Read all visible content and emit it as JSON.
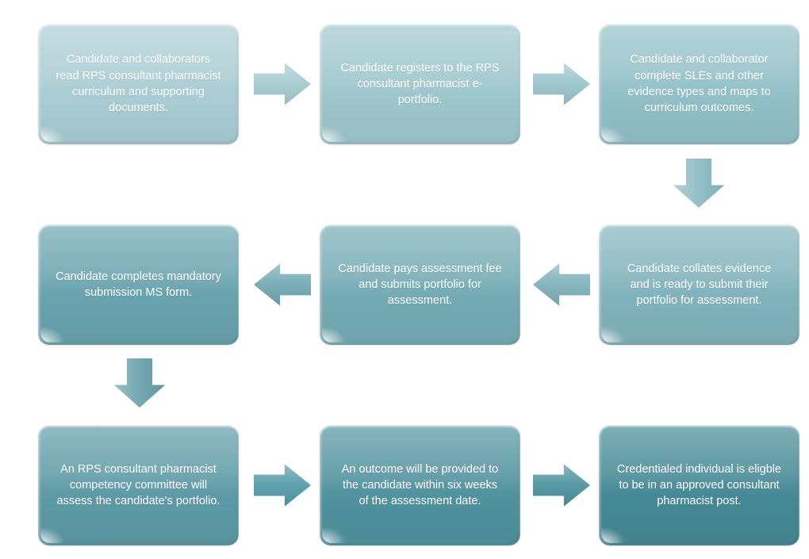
{
  "diagram": {
    "type": "process-flowchart",
    "background_color": "#ffffff",
    "text_color": "#ffffff",
    "boxes": [
      {
        "step": 1,
        "text": "Candidate and collaborators read RPS consultant pharmacist curriculum and supporting documents.",
        "color": "#a9cdd3"
      },
      {
        "step": 2,
        "text": "Candidate registers to the RPS consultant pharmacist e-portfolio.",
        "color": "#9ec7cd"
      },
      {
        "step": 3,
        "text": "Candidate and collaborator complete SLEs and other evidence types and maps to curriculum outcomes.",
        "color": "#92c0c7"
      },
      {
        "step": 4,
        "text": "Candidate collates evidence and is ready to submit their portfolio for assessment.",
        "color": "#81b3bc"
      },
      {
        "step": 5,
        "text": "Candidate pays assessment fee and submits portfolio for assessment.",
        "color": "#75abb5"
      },
      {
        "step": 6,
        "text": "Candidate completes mandatory submission MS form.",
        "color": "#69a3ae"
      },
      {
        "step": 7,
        "text": "An RPS consultant pharmacist competency committee will assess the candidate's portfolio.",
        "color": "#5d9aa6"
      },
      {
        "step": 8,
        "text": "An outcome will be provided to the candidate within six weeks of the assessment date.",
        "color": "#50929e"
      },
      {
        "step": 9,
        "text": "Credentialed individual is eligble to be in an approved consultant pharmacist post.",
        "color": "#448995"
      }
    ],
    "arrows": [
      {
        "from": 1,
        "to": 2,
        "direction": "right",
        "color": "#a3cad0"
      },
      {
        "from": 2,
        "to": 3,
        "direction": "right",
        "color": "#98c3ca"
      },
      {
        "from": 3,
        "to": 4,
        "direction": "down",
        "color": "#8abac2"
      },
      {
        "from": 4,
        "to": 5,
        "direction": "left",
        "color": "#7bafb9"
      },
      {
        "from": 5,
        "to": 6,
        "direction": "left",
        "color": "#6fa7b2"
      },
      {
        "from": 6,
        "to": 7,
        "direction": "down",
        "color": "#66a0ab"
      },
      {
        "from": 7,
        "to": 8,
        "direction": "right",
        "color": "#519aa7"
      },
      {
        "from": 8,
        "to": 9,
        "direction": "right",
        "color": "#4a919e"
      }
    ]
  }
}
